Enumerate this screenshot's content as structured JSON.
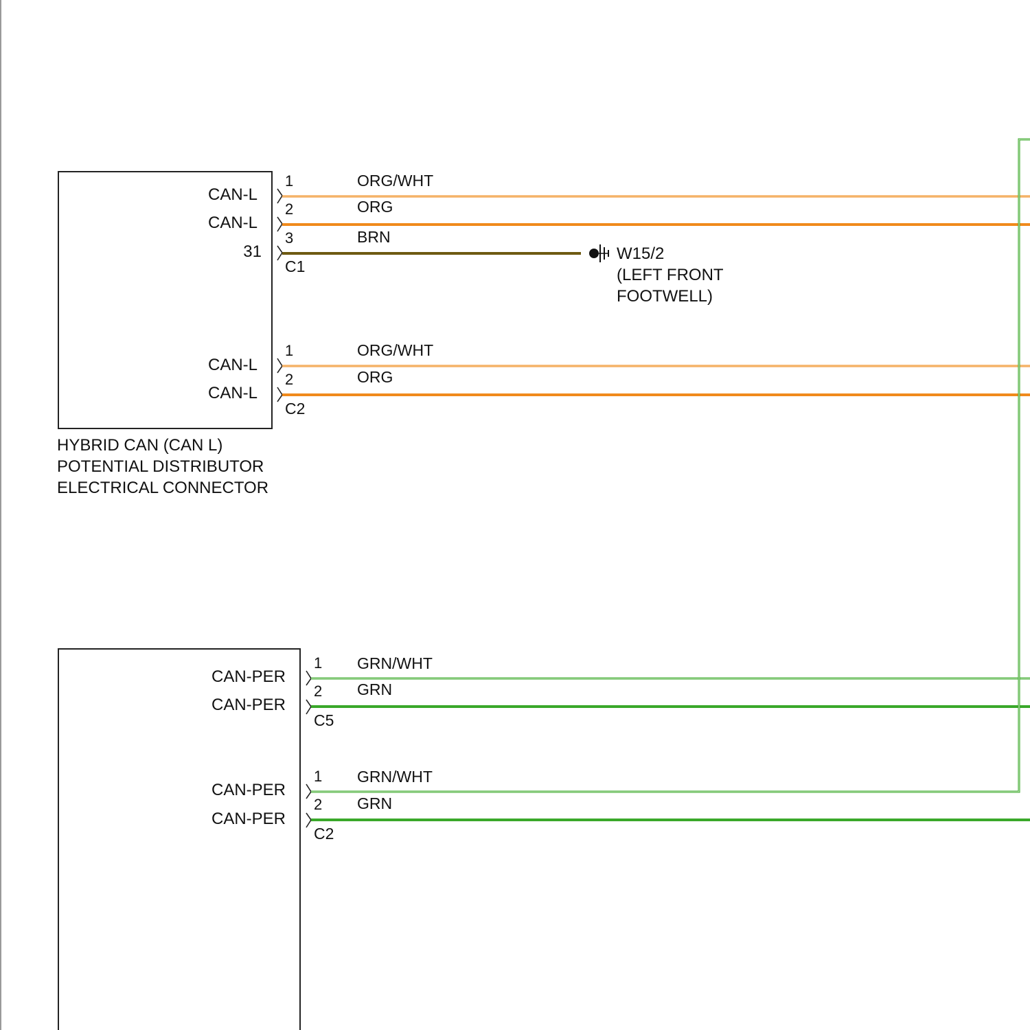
{
  "colors": {
    "orange": "#f08a1c",
    "orange_white_stripe": "#f5d9ad",
    "brown": "#6e5a12",
    "green": "#3aa82a",
    "green_white_stripe": "#cdeac4",
    "box_stroke": "#222222",
    "text": "#111111"
  },
  "components": {
    "distributor": {
      "label_lines": [
        "HYBRID CAN (CAN L)",
        "POTENTIAL DISTRIBUTOR",
        "ELECTRICAL CONNECTOR"
      ],
      "connectors": [
        {
          "name": "C1",
          "pins": [
            {
              "signal": "CAN-L",
              "pin": "1",
              "wire": "ORG/WHT",
              "color": "orange",
              "striped": true
            },
            {
              "signal": "CAN-L",
              "pin": "2",
              "wire": "ORG",
              "color": "orange",
              "striped": false
            },
            {
              "signal": "31",
              "pin": "3",
              "wire": "BRN",
              "color": "brown",
              "striped": false
            }
          ]
        },
        {
          "name": "C2",
          "pins": [
            {
              "signal": "CAN-L",
              "pin": "1",
              "wire": "ORG/WHT",
              "color": "orange",
              "striped": true
            },
            {
              "signal": "CAN-L",
              "pin": "2",
              "wire": "ORG",
              "color": "orange",
              "striped": false
            }
          ]
        }
      ]
    },
    "lower_module": {
      "connectors": [
        {
          "name": "C5",
          "pins": [
            {
              "signal": "CAN-PER",
              "pin": "1",
              "wire": "GRN/WHT",
              "color": "green",
              "striped": true
            },
            {
              "signal": "CAN-PER",
              "pin": "2",
              "wire": "GRN",
              "color": "green",
              "striped": false
            }
          ]
        },
        {
          "name": "C2",
          "pins": [
            {
              "signal": "CAN-PER",
              "pin": "1",
              "wire": "GRN/WHT",
              "color": "green",
              "striped": true
            },
            {
              "signal": "CAN-PER",
              "pin": "2",
              "wire": "GRN",
              "color": "green",
              "striped": false
            }
          ]
        }
      ]
    }
  },
  "ground": {
    "id": "W15/2",
    "location_lines": [
      "(LEFT FRONT",
      "FOOTWELL)"
    ],
    "icon": "ground-point-icon"
  }
}
